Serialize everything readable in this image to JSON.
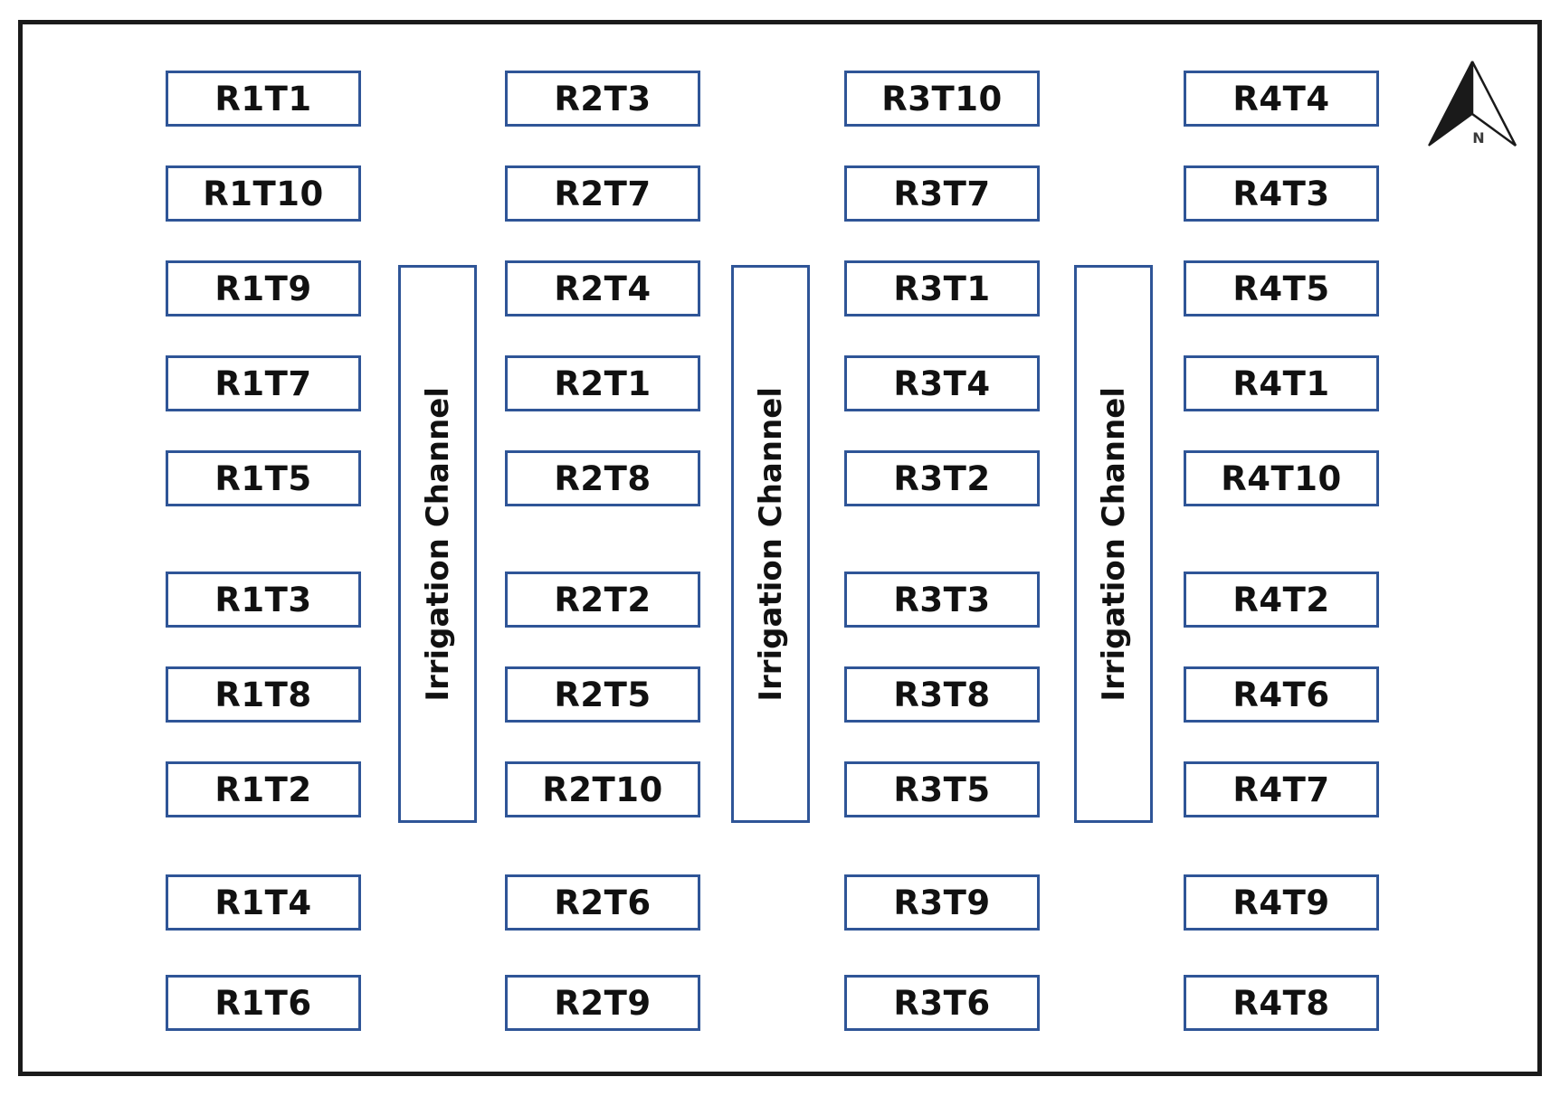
{
  "figure": {
    "type": "field-plot-layout-diagram",
    "columns": [
      {
        "replicate": "R1",
        "plots": [
          "R1T1",
          "R1T10",
          "R1T9",
          "R1T7",
          "R1T5",
          "R1T3",
          "R1T8",
          "R1T2",
          "R1T4",
          "R1T6"
        ]
      },
      {
        "replicate": "R2",
        "plots": [
          "R2T3",
          "R2T7",
          "R2T4",
          "R2T1",
          "R2T8",
          "R2T2",
          "R2T5",
          "R2T10",
          "R2T6",
          "R2T9"
        ]
      },
      {
        "replicate": "R3",
        "plots": [
          "R3T10",
          "R3T7",
          "R3T1",
          "R3T4",
          "R3T2",
          "R3T3",
          "R3T8",
          "R3T5",
          "R3T9",
          "R3T6"
        ]
      },
      {
        "replicate": "R4",
        "plots": [
          "R4T4",
          "R4T3",
          "R4T5",
          "R4T1",
          "R4T10",
          "R4T2",
          "R4T6",
          "R4T7",
          "R4T9",
          "R4T8"
        ]
      }
    ],
    "channels": [
      {
        "label": "Irrigation Channel"
      },
      {
        "label": "Irrigation Channel"
      },
      {
        "label": "Irrigation Channel"
      }
    ],
    "compass": {
      "label": "N"
    },
    "colors": {
      "plot_border": "#2f5597",
      "outer_border": "#1b1b1b",
      "text": "#111111",
      "compass_fill": "#1a1a1a"
    }
  }
}
